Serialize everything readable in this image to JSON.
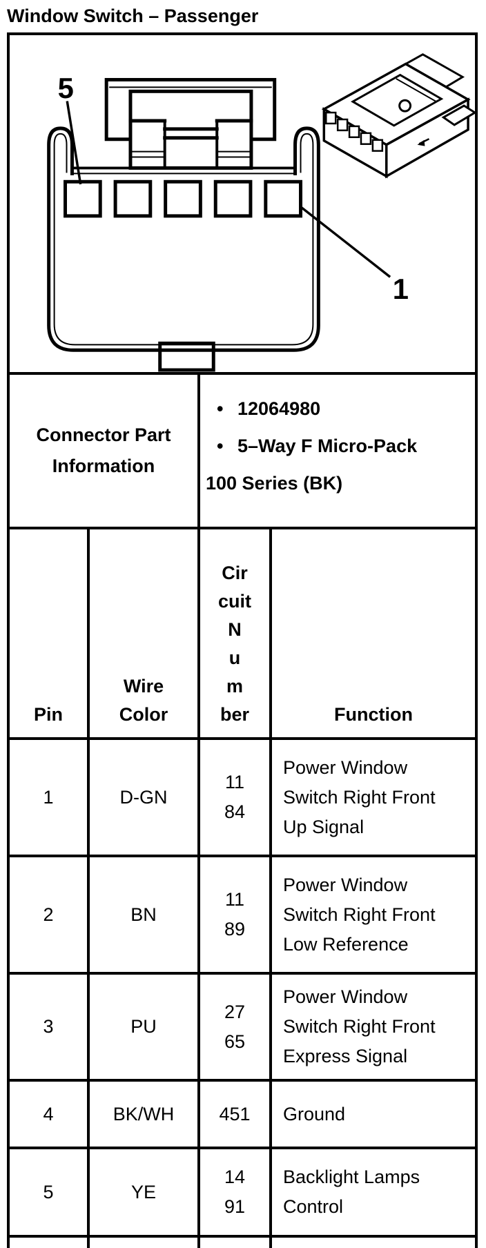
{
  "page": {
    "title": "Window Switch – Passenger"
  },
  "diagram": {
    "pin5_label": "5",
    "pin1_label": "1"
  },
  "connector_part_info": {
    "heading_lines": [
      "Connector Part",
      "Information"
    ],
    "bullet_char": "•",
    "items": [
      "12064980",
      "5–Way F Micro-Pack"
    ],
    "continuation": "100 Series (BK)"
  },
  "pin_table": {
    "headers": {
      "pin": "Pin",
      "wire_color_lines": [
        "Wire",
        "Color"
      ],
      "circuit_number_lines": [
        "Cir",
        "cuit",
        "N",
        "u",
        "m",
        "ber"
      ],
      "function": "Function"
    },
    "rows": [
      {
        "pin": "1",
        "wire_color": "D-GN",
        "circuit_lines": [
          "11",
          "84"
        ],
        "function_lines": [
          "Power Window",
          "Switch Right Front",
          "Up Signal"
        ]
      },
      {
        "pin": "2",
        "wire_color": "BN",
        "circuit_lines": [
          "11",
          "89"
        ],
        "function_lines": [
          "Power Window",
          "Switch Right Front",
          "Low Reference"
        ]
      },
      {
        "pin": "3",
        "wire_color": "PU",
        "circuit_lines": [
          "27",
          "65"
        ],
        "function_lines": [
          "Power Window",
          "Switch Right Front",
          "Express Signal"
        ]
      },
      {
        "pin": "4",
        "wire_color": "BK/WH",
        "circuit_lines": [
          "451"
        ],
        "function_lines": [
          "Ground"
        ]
      },
      {
        "pin": "5",
        "wire_color": "YE",
        "circuit_lines": [
          "14",
          "91"
        ],
        "function_lines": [
          "Backlight Lamps",
          "Control"
        ]
      }
    ]
  },
  "colors": {
    "ink": "#000000",
    "paper": "#ffffff"
  }
}
